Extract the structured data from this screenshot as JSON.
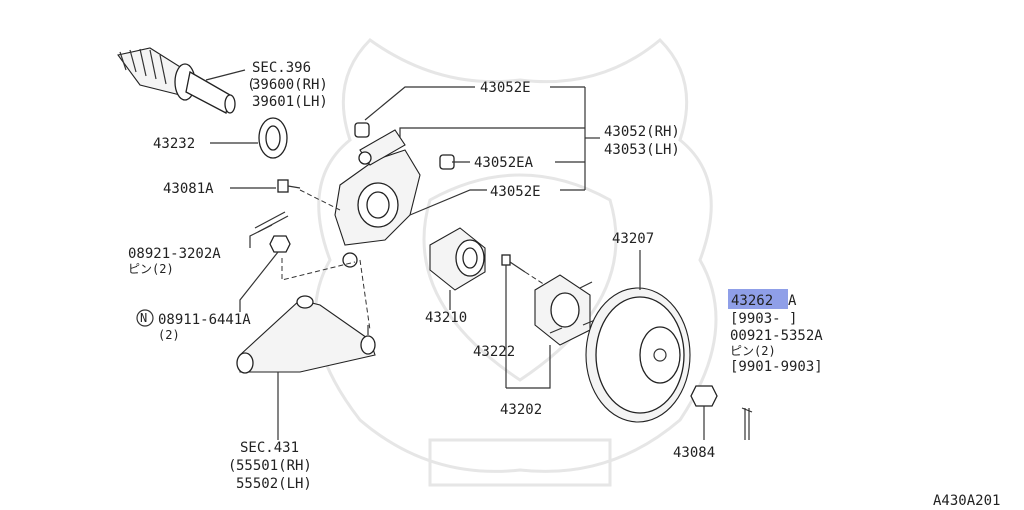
{
  "labels": {
    "sec396": "SEC.396",
    "p39600": "39600(RH)",
    "p39601": "39601(LH)",
    "p43232": "43232",
    "p43052e_top": "43052E",
    "p43052ea": "43052EA",
    "p43052e_bot": "43052E",
    "p43052rh": "43052(RH)",
    "p43053lh": "43053(LH)",
    "p43081a": "43081A",
    "p08921": "08921-3202A",
    "pin2_a": "ピン(2)",
    "n_mark": "N",
    "p08911": "08911-6441A",
    "qty2": "(2)",
    "p43210": "43210",
    "p43222": "43222",
    "p43202": "43202",
    "p43207": "43207",
    "p43262": "43262",
    "suffix_a": "A",
    "d9903": "[9903-    ]",
    "p00921": "00921-5352A",
    "pin2_b": "ピン(2)",
    "d9901": "[9901-9903]",
    "p43084": "43084",
    "sec431": "SEC.431",
    "p55501": "55501(RH)",
    "p55502": "55502(LH)",
    "figure_id": "A430A201"
  },
  "highlight_color": "#8f9fe8"
}
